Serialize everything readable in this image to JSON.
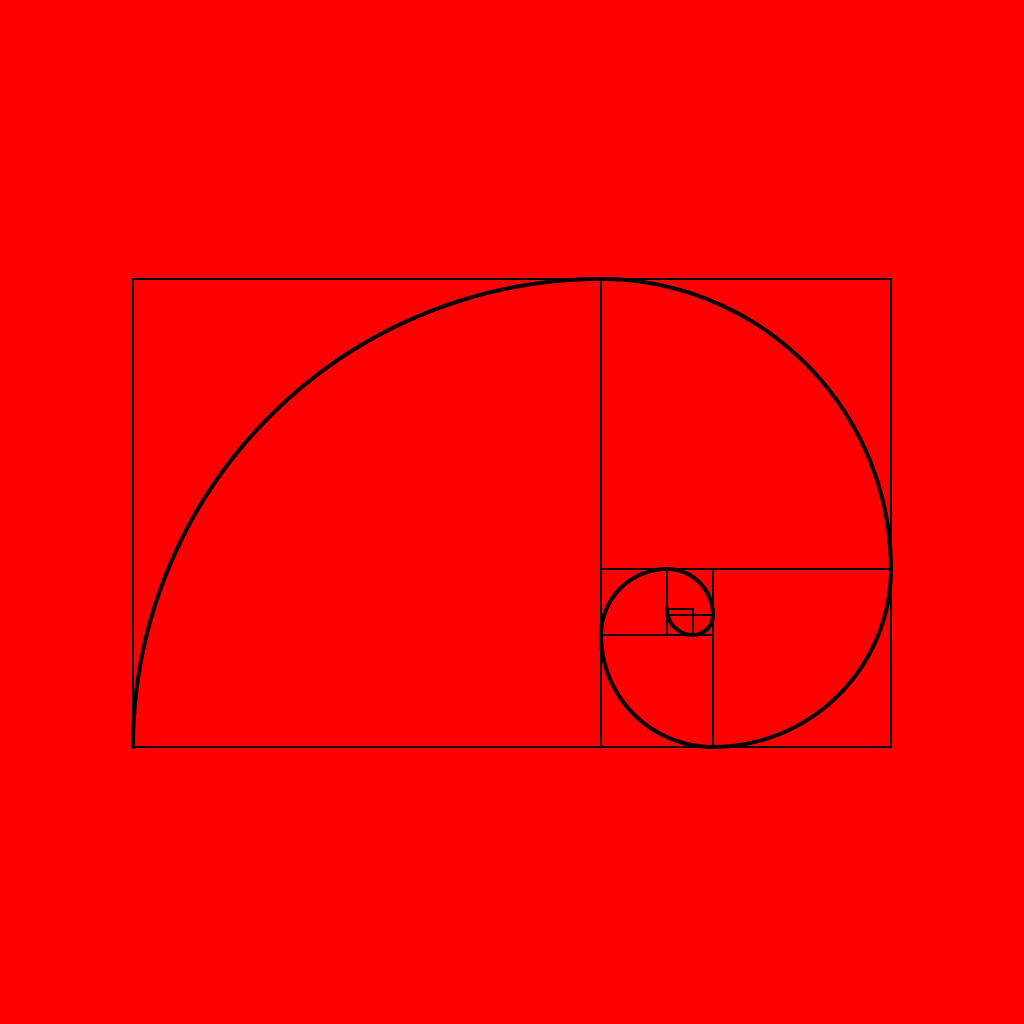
{
  "diagram": {
    "type": "golden-spiral",
    "colors": {
      "background": "#FF0000",
      "line": "#000000"
    },
    "subdivisions": 9,
    "turn_direction": "clockwise"
  }
}
